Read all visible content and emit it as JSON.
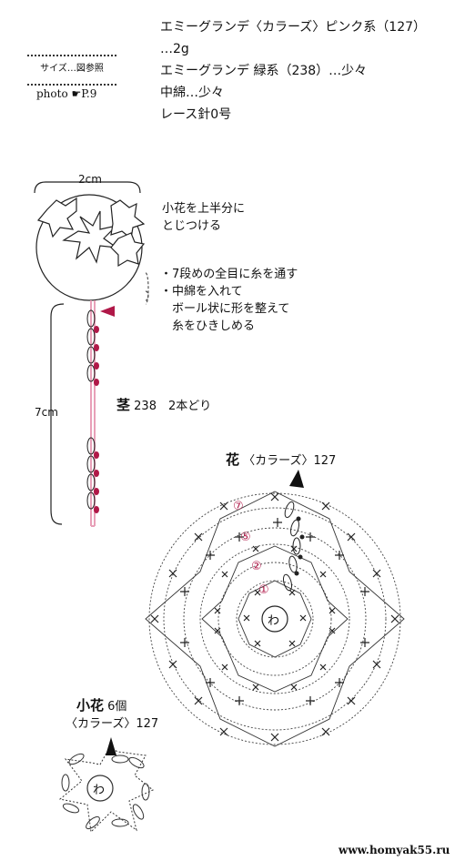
{
  "materials": {
    "line1": "エミーグランデ〈カラーズ〉ピンク系（127）",
    "line2": "…2g",
    "line3": "エミーグランデ 緑系（238）…少々",
    "line4": "中綿…少々",
    "line5": "レース針0号"
  },
  "info": {
    "size_label": "サイズ…図参照",
    "photo_ref": "photo ☛P.9"
  },
  "ball": {
    "width_label": "2cm",
    "note_flowers_line1": "小花を上半分に",
    "note_flowers_line2": "とじつける",
    "note_steps_line1": "・7段めの全目に糸を通す",
    "note_steps_line2": "・中綿を入れて",
    "note_steps_line3": "　ボール状に形を整えて",
    "note_steps_line4": "　糸をひきしめる"
  },
  "stem": {
    "length_label": "7cm",
    "label_bold": "茎",
    "label_rest": "238　2本どり"
  },
  "flower": {
    "label_bold": "花",
    "label_rest": "〈カラーズ〉127",
    "center": "わ",
    "rounds": [
      "⑦",
      "⑤",
      "②",
      "①"
    ]
  },
  "small_flower": {
    "label_bold": "小花",
    "label_count": "6個",
    "label_color": "〈カラーズ〉127",
    "center": "わ"
  },
  "watermark": "www.homyak55.ru",
  "colors": {
    "accent": "#b01848",
    "stem_pink": "#e8a0b8"
  }
}
